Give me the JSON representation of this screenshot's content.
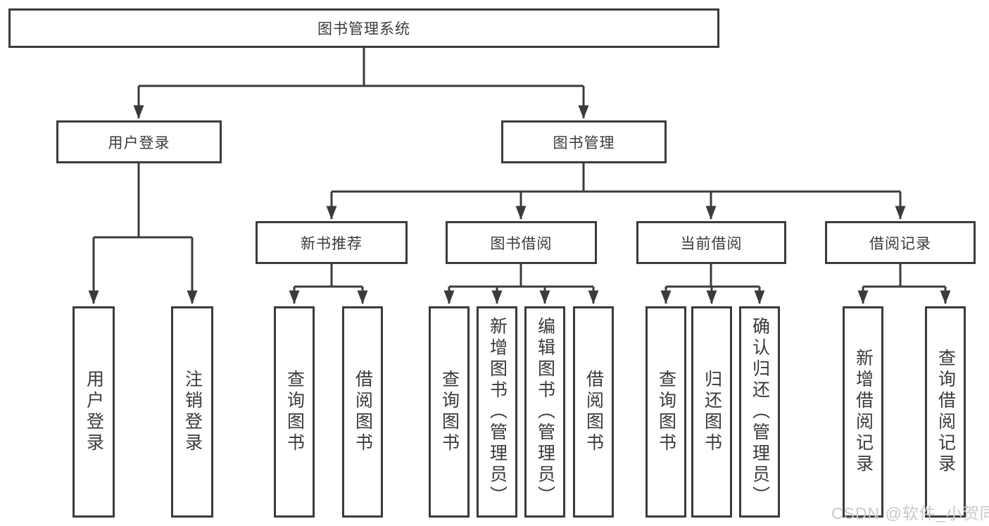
{
  "colors": {
    "line": "#3b3b3b",
    "text": "#3a3a3a",
    "background": "#ffffff",
    "watermark": "#c9c9c9"
  },
  "diagram": {
    "root": {
      "label": "图书管理系统"
    },
    "level2": [
      {
        "id": "user-login",
        "label": "用户登录"
      },
      {
        "id": "book-management",
        "label": "图书管理"
      }
    ],
    "level3": [
      {
        "id": "new-book-recommend",
        "label": "新书推荐"
      },
      {
        "id": "book-borrow",
        "label": "图书借阅"
      },
      {
        "id": "current-borrow",
        "label": "当前借阅"
      },
      {
        "id": "borrow-records",
        "label": "借阅记录"
      }
    ],
    "leaves": {
      "user_login": [
        "用户登录",
        "注销登录"
      ],
      "new_book_recommend": [
        "查询图书",
        "借阅图书"
      ],
      "book_borrow": [
        "查询图书",
        "新增图书（管理员）",
        "编辑图书（管理员）",
        "借阅图书"
      ],
      "current_borrow": [
        "查询图书",
        "归还图书",
        "确认归还（管理员）"
      ],
      "borrow_records": [
        "新增借阅记录",
        "查询借阅记录"
      ]
    }
  },
  "watermark": {
    "text": "CSDN @软件_小贺同学"
  }
}
